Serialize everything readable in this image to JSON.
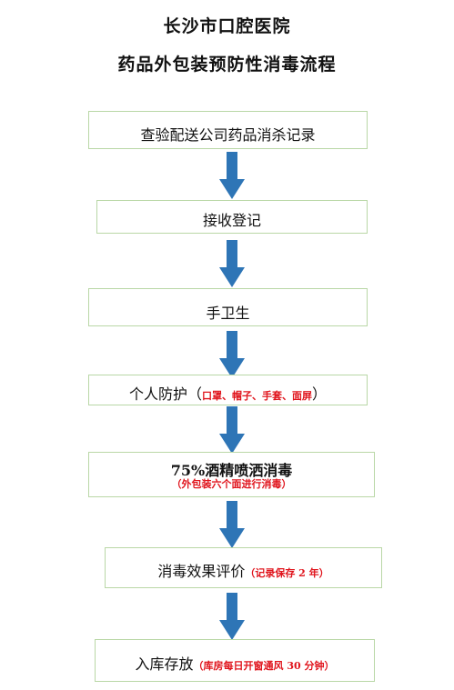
{
  "title": {
    "line1": "长沙市口腔医院",
    "line2": "药品外包装预防性消毒流程"
  },
  "steps": [
    {
      "label": "查验配送公司药品消杀记录",
      "note": ""
    },
    {
      "label": "接收登记",
      "note": ""
    },
    {
      "label": "手卫生",
      "note": ""
    },
    {
      "label": "个人防护（",
      "note": "口罩、帽子、手套、面屏",
      "suffix": "）"
    },
    {
      "label": "75%酒精喷洒消毒",
      "note": "（外包装六个面进行消毒）"
    },
    {
      "label": "消毒效果评价",
      "note": "（记录保存 2 年）"
    },
    {
      "label": "入库存放",
      "note": "（库房每日开窗通风 30 分钟）"
    }
  ],
  "colors": {
    "arrow": "#2e75b6",
    "box_border": "#b9d7a6",
    "note_text": "#e0141c"
  }
}
